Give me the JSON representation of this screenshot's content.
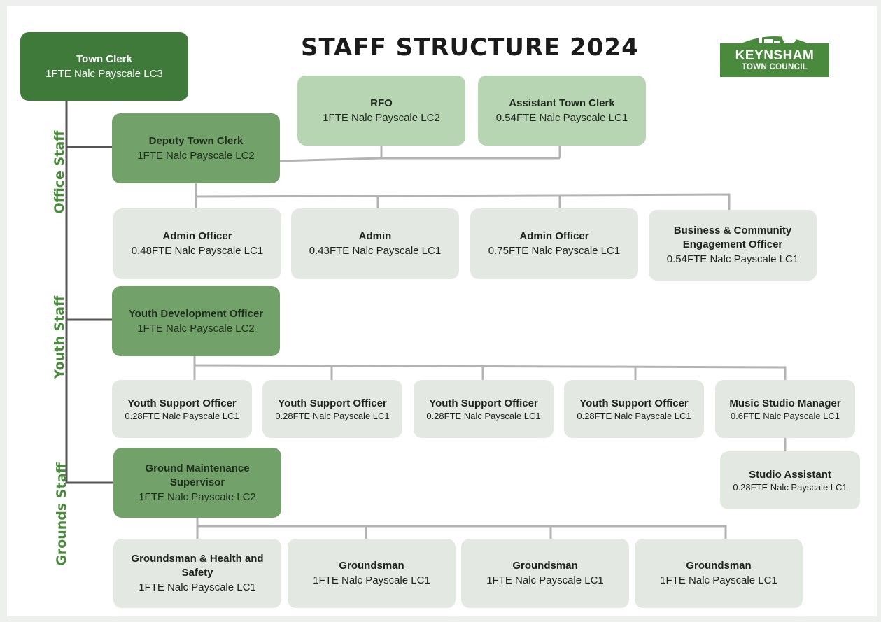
{
  "title": "STAFF STRUCTURE 2024",
  "logo": {
    "main": "KEYNSHAM",
    "sub": "TOWN COUNCIL"
  },
  "side_labels": {
    "office": "Office Staff",
    "youth": "Youth Staff",
    "grounds": "Grounds Staff"
  },
  "colors": {
    "dark": "#3f7a3b",
    "mid": "#72a26a",
    "light": "#b7d5b2",
    "pale": "#e3e9e2",
    "connector": "#b3b3b3",
    "spine": "#555555",
    "label_green": "#4a8a3c"
  },
  "roles": {
    "town_clerk": {
      "title": "Town Clerk",
      "sub": "1FTE Nalc Payscale LC3"
    },
    "rfo": {
      "title": "RFO",
      "sub": "1FTE Nalc Payscale LC2"
    },
    "assistant_town_clerk": {
      "title": "Assistant Town Clerk",
      "sub": "0.54FTE Nalc Payscale LC1"
    },
    "deputy_town_clerk": {
      "title": "Deputy Town Clerk",
      "sub": "1FTE Nalc Payscale LC2"
    },
    "admin_officer_1": {
      "title": "Admin Officer",
      "sub": "0.48FTE Nalc Payscale LC1"
    },
    "admin": {
      "title": "Admin",
      "sub": "0.43FTE Nalc Payscale LC1"
    },
    "admin_officer_2": {
      "title": "Admin Officer",
      "sub": "0.75FTE Nalc Payscale LC1"
    },
    "business_community": {
      "title": "Business & Community Engagement Officer",
      "sub": "0.54FTE Nalc Payscale LC1"
    },
    "youth_dev_officer": {
      "title": "Youth Development Officer",
      "sub": "1FTE Nalc Payscale LC2"
    },
    "youth_support_1": {
      "title": "Youth Support Officer",
      "sub": "0.28FTE Nalc Payscale LC1"
    },
    "youth_support_2": {
      "title": "Youth Support Officer",
      "sub": "0.28FTE Nalc Payscale LC1"
    },
    "youth_support_3": {
      "title": "Youth Support Officer",
      "sub": "0.28FTE Nalc Payscale LC1"
    },
    "youth_support_4": {
      "title": "Youth Support Officer",
      "sub": "0.28FTE Nalc Payscale LC1"
    },
    "music_studio_manager": {
      "title": "Music Studio Manager",
      "sub": "0.6FTE Nalc Payscale LC1"
    },
    "studio_assistant": {
      "title": "Studio Assistant",
      "sub": "0.28FTE Nalc Payscale LC1"
    },
    "ground_supervisor": {
      "title": "Ground Maintenance Supervisor",
      "sub": "1FTE Nalc Payscale LC2"
    },
    "groundsman_hs": {
      "title": "Groundsman & Health and Safety",
      "sub": "1FTE Nalc Payscale LC1"
    },
    "groundsman_1": {
      "title": "Groundsman",
      "sub": "1FTE Nalc Payscale LC1"
    },
    "groundsman_2": {
      "title": "Groundsman",
      "sub": "1FTE Nalc Payscale LC1"
    },
    "groundsman_3": {
      "title": "Groundsman",
      "sub": "1FTE Nalc Payscale LC1"
    }
  }
}
